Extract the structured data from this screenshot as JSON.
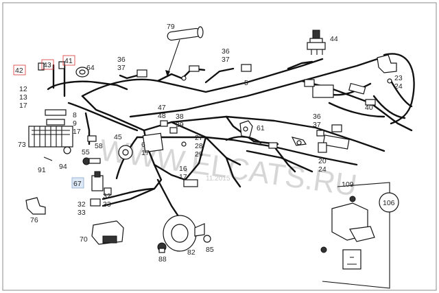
{
  "watermark": {
    "site": "WWW.ELCATS.RU",
    "date": "11.2015"
  },
  "callouts": [
    {
      "id": "c42",
      "label": "42",
      "highlight": "red"
    },
    {
      "id": "c43",
      "label": "43",
      "highlight": "red"
    },
    {
      "id": "c41",
      "label": "41",
      "highlight": "red"
    },
    {
      "id": "c64",
      "label": "64"
    },
    {
      "id": "c79",
      "label": "79"
    },
    {
      "id": "c36a",
      "label": "36"
    },
    {
      "id": "c37a",
      "label": "37"
    },
    {
      "id": "c36b",
      "label": "36"
    },
    {
      "id": "c37b",
      "label": "37"
    },
    {
      "id": "c44",
      "label": "44"
    },
    {
      "id": "c5",
      "label": "5"
    },
    {
      "id": "c12",
      "label": "12"
    },
    {
      "id": "c13",
      "label": "13"
    },
    {
      "id": "c17a",
      "label": "17"
    },
    {
      "id": "c8",
      "label": "8"
    },
    {
      "id": "c9",
      "label": "9"
    },
    {
      "id": "c17b",
      "label": "17"
    },
    {
      "id": "c23",
      "label": "23"
    },
    {
      "id": "c24a",
      "label": "24"
    },
    {
      "id": "c40",
      "label": "40"
    },
    {
      "id": "c47",
      "label": "47"
    },
    {
      "id": "c48",
      "label": "48"
    },
    {
      "id": "c38",
      "label": "38"
    },
    {
      "id": "c39",
      "label": "39"
    },
    {
      "id": "c61",
      "label": "61"
    },
    {
      "id": "c36c",
      "label": "36"
    },
    {
      "id": "c37c",
      "label": "37"
    },
    {
      "id": "c73",
      "label": "73"
    },
    {
      "id": "c45",
      "label": "45"
    },
    {
      "id": "c58",
      "label": "58"
    },
    {
      "id": "c6",
      "label": "6"
    },
    {
      "id": "c17c",
      "label": "17"
    },
    {
      "id": "c27",
      "label": "27"
    },
    {
      "id": "c28",
      "label": "28"
    },
    {
      "id": "c29",
      "label": "29"
    },
    {
      "id": "c55",
      "label": "55"
    },
    {
      "id": "c94",
      "label": "94"
    },
    {
      "id": "c91",
      "label": "91"
    },
    {
      "id": "c16",
      "label": "16"
    },
    {
      "id": "c17d",
      "label": "17"
    },
    {
      "id": "c20",
      "label": "20"
    },
    {
      "id": "c24b",
      "label": "24"
    },
    {
      "id": "c67",
      "label": "67",
      "highlight": "blue"
    },
    {
      "id": "c32a",
      "label": "32"
    },
    {
      "id": "c33a",
      "label": "33"
    },
    {
      "id": "c32b",
      "label": "32"
    },
    {
      "id": "c33b",
      "label": "33"
    },
    {
      "id": "c109",
      "label": "109"
    },
    {
      "id": "c106",
      "label": "106"
    },
    {
      "id": "c76",
      "label": "76"
    },
    {
      "id": "c70",
      "label": "70"
    },
    {
      "id": "c88",
      "label": "88"
    },
    {
      "id": "c82",
      "label": "82"
    },
    {
      "id": "c85",
      "label": "85"
    }
  ]
}
